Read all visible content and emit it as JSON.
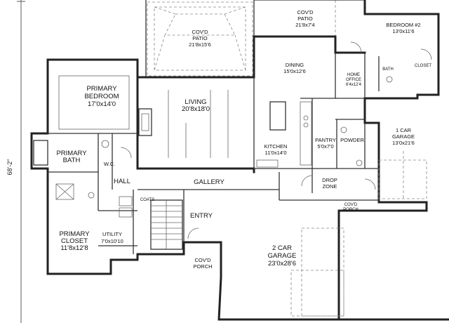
{
  "overall_dimension": "68'-2\"",
  "rooms": {
    "patio_left": {
      "name": "COV'D",
      "name2": "PATIO",
      "size": "21'8x15'6"
    },
    "patio_right": {
      "name": "COV'D",
      "name2": "PATIO",
      "size": "21'8x7'4"
    },
    "bedroom2": {
      "name": "BEDROOM #2",
      "size": "13'0x11'6"
    },
    "closet": {
      "name": "CLOSET"
    },
    "bath": {
      "name": "BATH"
    },
    "home_office": {
      "name": "HOME",
      "name2": "OFFICE",
      "size": "6'4x12'4"
    },
    "dining": {
      "name": "DINING",
      "size": "15'0x12'6"
    },
    "living": {
      "name": "LIVING",
      "size": "20'8x18'0"
    },
    "primary_bedroom": {
      "name": "PRIMARY",
      "name2": "BEDROOM",
      "size": "17'0x14'0"
    },
    "primary_bath": {
      "name": "PRIMARY",
      "name2": "BATH"
    },
    "wc": {
      "name": "W.C."
    },
    "hall": {
      "name": "HALL"
    },
    "kitchen": {
      "name": "KITCHEN",
      "size": "11'0x14'0"
    },
    "pantry": {
      "name": "PANTRY",
      "size": "5'0x7'0"
    },
    "powder": {
      "name": "POWDER"
    },
    "garage1": {
      "name": "1 CAR",
      "name2": "GARAGE",
      "size": "13'0x21'6"
    },
    "gallery": {
      "name": "GALLERY"
    },
    "drop_zone": {
      "name": "DROP",
      "name2": "ZONE"
    },
    "coats": {
      "name": "COATS"
    },
    "porch_right": {
      "name": "COV'D",
      "name2": "PORCH"
    },
    "entry": {
      "name": "ENTRY"
    },
    "primary_closet": {
      "name": "PRIMARY",
      "name2": "CLOSET",
      "size": "11'8x12'8"
    },
    "utility": {
      "name": "UTILITY",
      "size": "7'0x10'10"
    },
    "porch_front": {
      "name": "COV'D",
      "name2": "PORCH"
    },
    "garage2": {
      "name": "2 CAR",
      "name2": "GARAGE",
      "size": "23'0x28'6"
    }
  }
}
